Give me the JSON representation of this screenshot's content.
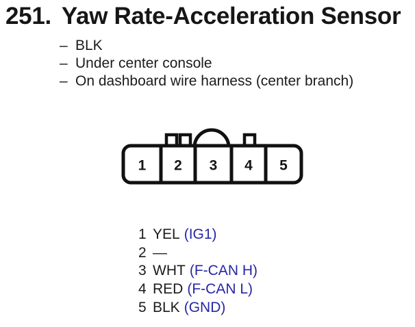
{
  "colors": {
    "background": "#ffffff",
    "text": "#1b1b1b",
    "signal_blue": "#2626a6",
    "diagram_line": "#111111"
  },
  "header": {
    "index": "251.",
    "title": "Yaw Rate-Acceleration Sensor"
  },
  "notes": {
    "dash": "–",
    "items": [
      "BLK",
      "Under center console",
      "On dashboard wire harness (center branch)"
    ]
  },
  "connector": {
    "cavity_labels": [
      "1",
      "2",
      "3",
      "4",
      "5"
    ]
  },
  "pinout": {
    "rows": [
      {
        "pin": "1",
        "wire": "YEL",
        "signal": "(IG1)"
      },
      {
        "pin": "2",
        "wire": "—",
        "signal": ""
      },
      {
        "pin": "3",
        "wire": "WHT",
        "signal": "(F-CAN H)"
      },
      {
        "pin": "4",
        "wire": "RED",
        "signal": "(F-CAN L)"
      },
      {
        "pin": "5",
        "wire": "BLK",
        "signal": "(GND)"
      }
    ]
  }
}
